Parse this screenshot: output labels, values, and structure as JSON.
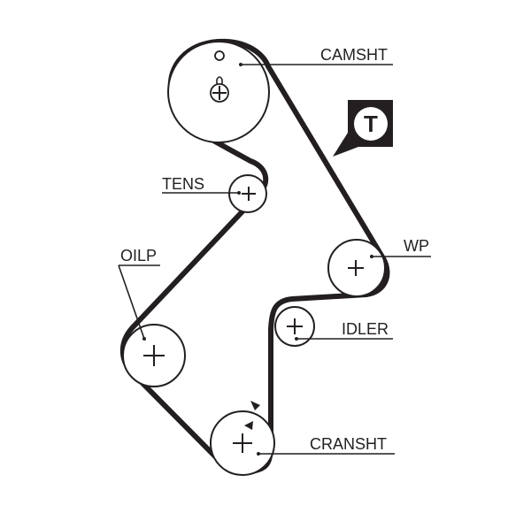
{
  "labels": {
    "camshaft": "CAMSHT",
    "tensioner": "TENS",
    "water_pump": "WP",
    "oil_pump": "OILP",
    "idler": "IDLER",
    "crankshaft": "CRANSHT"
  },
  "badge": {
    "letter": "T"
  },
  "colors": {
    "ink": "#231f20",
    "background": "#ffffff"
  }
}
